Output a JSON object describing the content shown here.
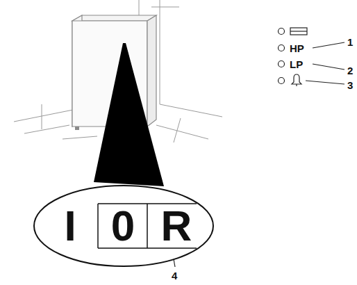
{
  "diagram": {
    "nodes": [
      {
        "text": [
          "I",
          "0",
          "R"
        ]
      }
    ],
    "labels": [
      "HP",
      "LP",
      "1",
      "2",
      "3",
      "4"
    ]
  }
}
